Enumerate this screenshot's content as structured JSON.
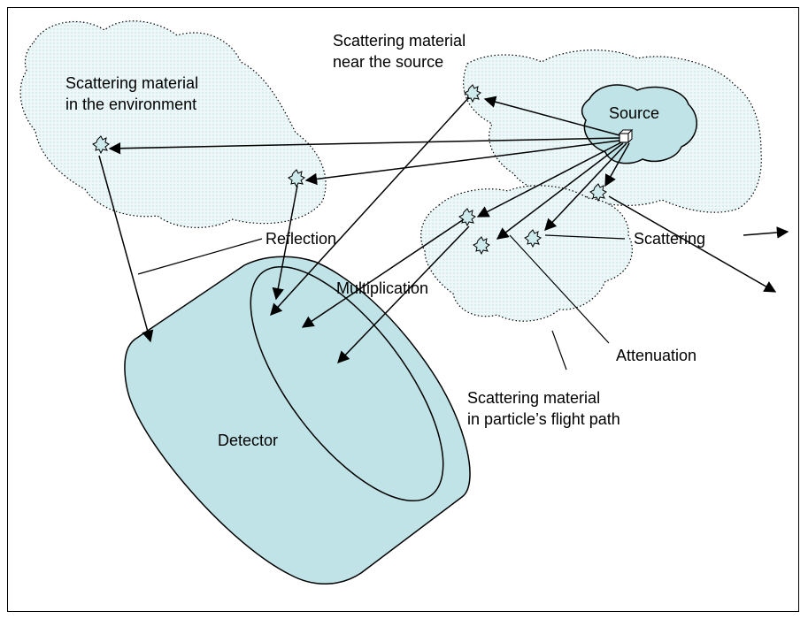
{
  "diagram": {
    "labels": {
      "env_material_line1": "Scattering material",
      "env_material_line2": "in the environment",
      "near_source_line1": "Scattering material",
      "near_source_line2": "near the source",
      "source": "Source",
      "reflection": "Reflection",
      "multiplication": "Multiplication",
      "scattering": "Scattering",
      "attenuation": "Attenuation",
      "flight_path_line1": "Scattering material",
      "flight_path_line2": "in particle’s flight path",
      "detector": "Detector"
    },
    "colors": {
      "cloud_fill": "#e9f6f7",
      "source_fill": "#bfe3e6",
      "detector_fill": "#bfe3e6",
      "stroke": "#000000"
    }
  }
}
